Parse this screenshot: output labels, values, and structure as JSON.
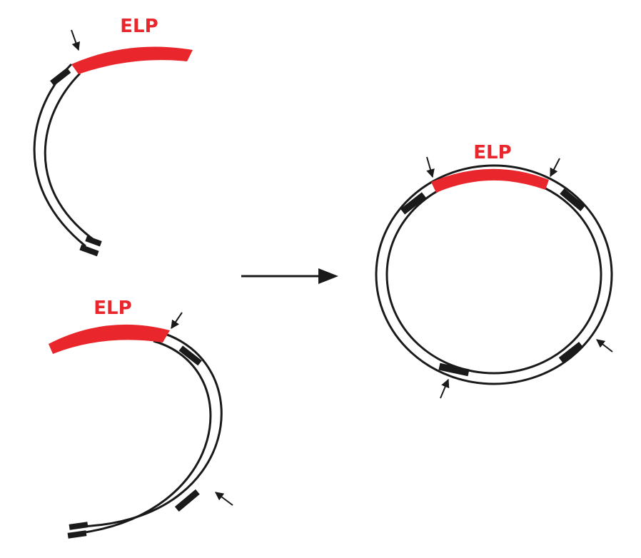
{
  "labels": {
    "top_left_elp": "ELP",
    "bottom_left_elp": "ELP",
    "right_elp": "ELP"
  },
  "colors": {
    "elp_red": "#e8262b",
    "strand_black": "#1a1a1a"
  }
}
